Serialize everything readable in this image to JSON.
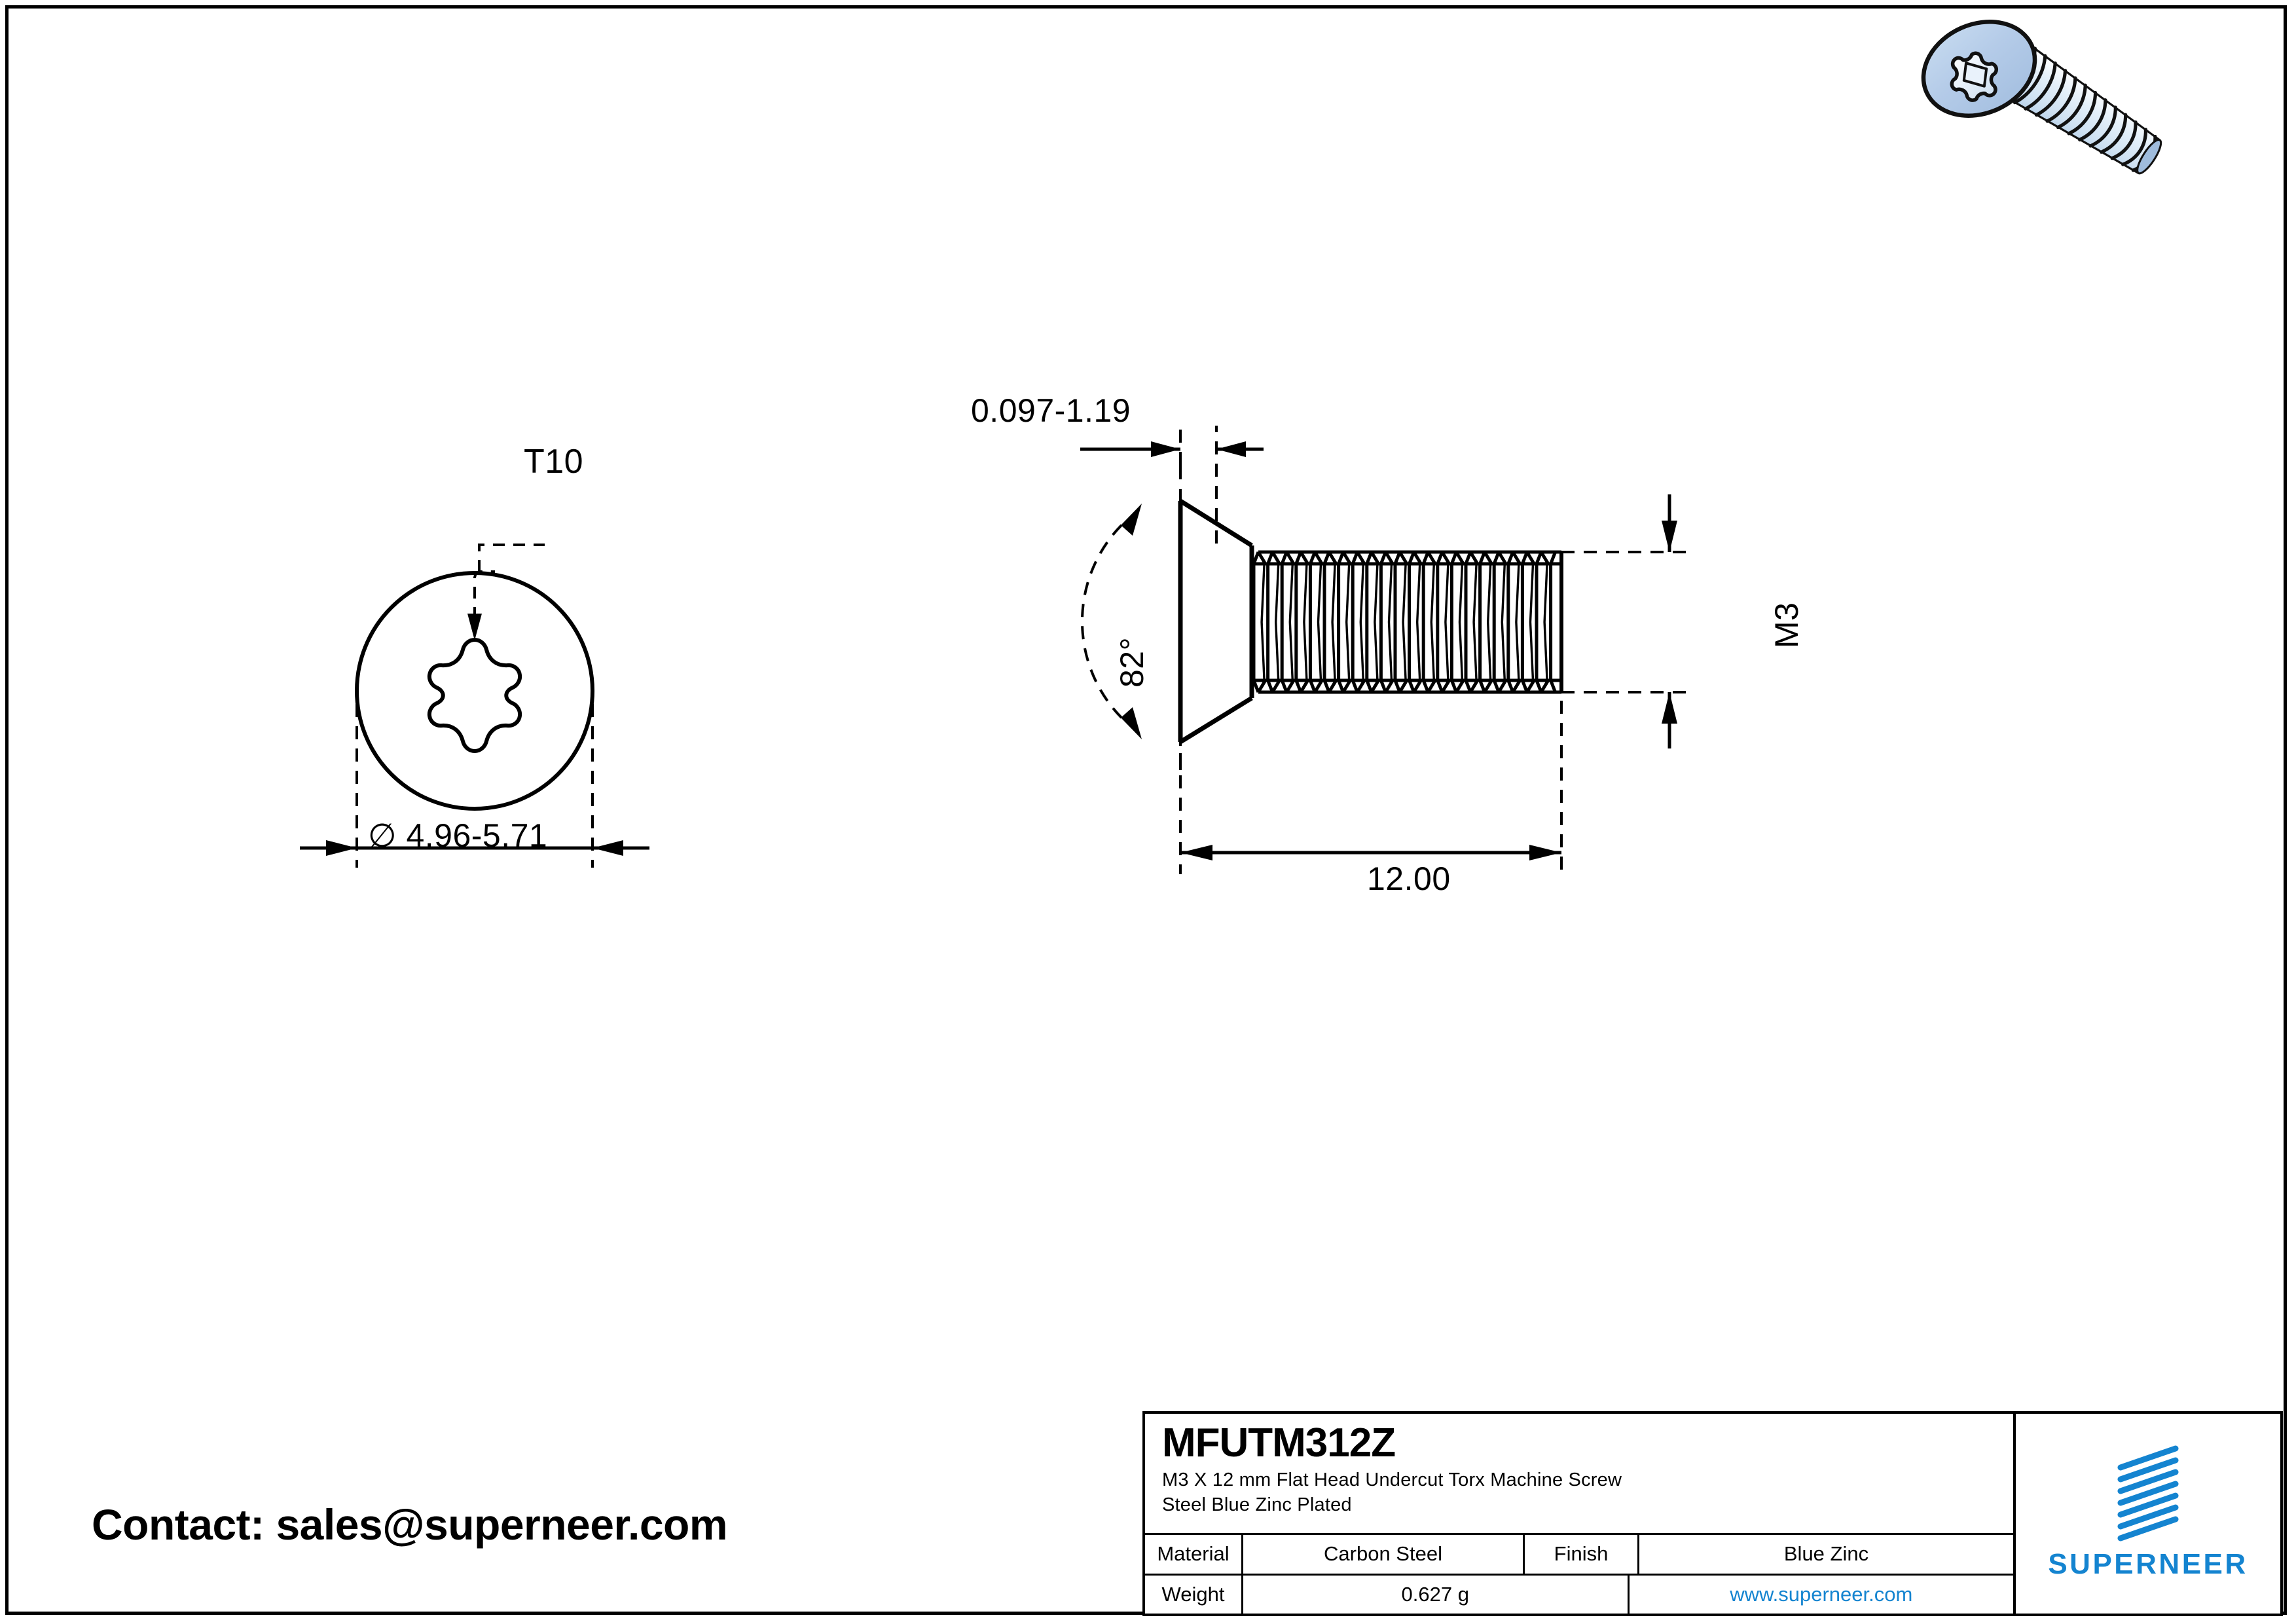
{
  "drawing": {
    "sheet_title": "MFUTM312Z",
    "top_view": {
      "drive_callout": "T10",
      "head_diameter": "∅ 4.96-5.71"
    },
    "side_view": {
      "head_height": "0.097-1.19",
      "head_angle": "82°",
      "thread_size": "M3",
      "length": "12.00"
    }
  },
  "title_block": {
    "part_number": "MFUTM312Z",
    "description_line1": "M3 X 12 mm  Flat Head Undercut Torx Machine Screw",
    "description_line2": "Steel Blue Zinc Plated",
    "material_label": "Material",
    "material_value": "Carbon Steel",
    "finish_label": "Finish",
    "finish_value": "Blue Zinc",
    "weight_label": "Weight",
    "weight_value": "0.627 g",
    "website": "www.superneer.com",
    "logo_text": "SUPERNEER"
  },
  "contact": {
    "text": "Contact: sales@superneer.com"
  },
  "colors": {
    "brand_blue": "#1484d0",
    "render_head_fill": "#b9cfe9",
    "render_thread_fill": "#d8e7f5",
    "line": "#000000"
  }
}
